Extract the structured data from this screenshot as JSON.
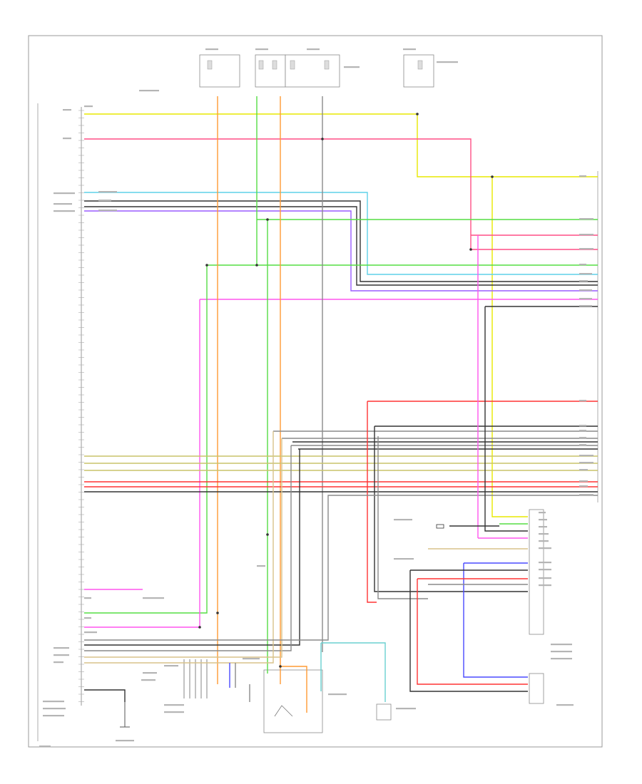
{
  "footer": {
    "page_id": ""
  },
  "colors": {
    "yellow": "#e8e800",
    "pink": "#ff4f86",
    "blue": "#3f7bd6",
    "light_blue": "#5fd0e8",
    "gray": "#8a8a8a",
    "dark": "#333333",
    "violet": "#9a5cff",
    "green": "#55dd44",
    "orange": "#ff9a33",
    "magenta": "#ff55ee",
    "red": "#ff3333",
    "tan": "#d8c28a",
    "olive": "#c8c46a",
    "cyan": "#6ad0d0",
    "navy": "#4a4aff"
  },
  "fuse_boxes": [
    {
      "id": "fuse-box-1"
    },
    {
      "id": "fuse-box-2"
    },
    {
      "id": "fuse-box-3"
    },
    {
      "id": "fuse-box-4"
    }
  ],
  "connectors": [
    {
      "id": "main-connector-left"
    },
    {
      "id": "right-connector-upper"
    },
    {
      "id": "right-connector-lower"
    },
    {
      "id": "bottom-connector-1"
    },
    {
      "id": "bottom-connector-2"
    },
    {
      "id": "bottom-connector-3"
    }
  ],
  "wires": [
    {
      "id": "w1",
      "color": "yellow"
    },
    {
      "id": "w2",
      "color": "pink"
    },
    {
      "id": "w3",
      "color": "light_blue"
    },
    {
      "id": "w4",
      "color": "dark"
    },
    {
      "id": "w5",
      "color": "violet"
    },
    {
      "id": "w6",
      "color": "orange"
    },
    {
      "id": "w7",
      "color": "green"
    },
    {
      "id": "w8",
      "color": "magenta"
    },
    {
      "id": "w9",
      "color": "red"
    },
    {
      "id": "w10",
      "color": "gray"
    },
    {
      "id": "w11",
      "color": "tan"
    },
    {
      "id": "w12",
      "color": "cyan"
    },
    {
      "id": "w13",
      "color": "navy"
    }
  ]
}
